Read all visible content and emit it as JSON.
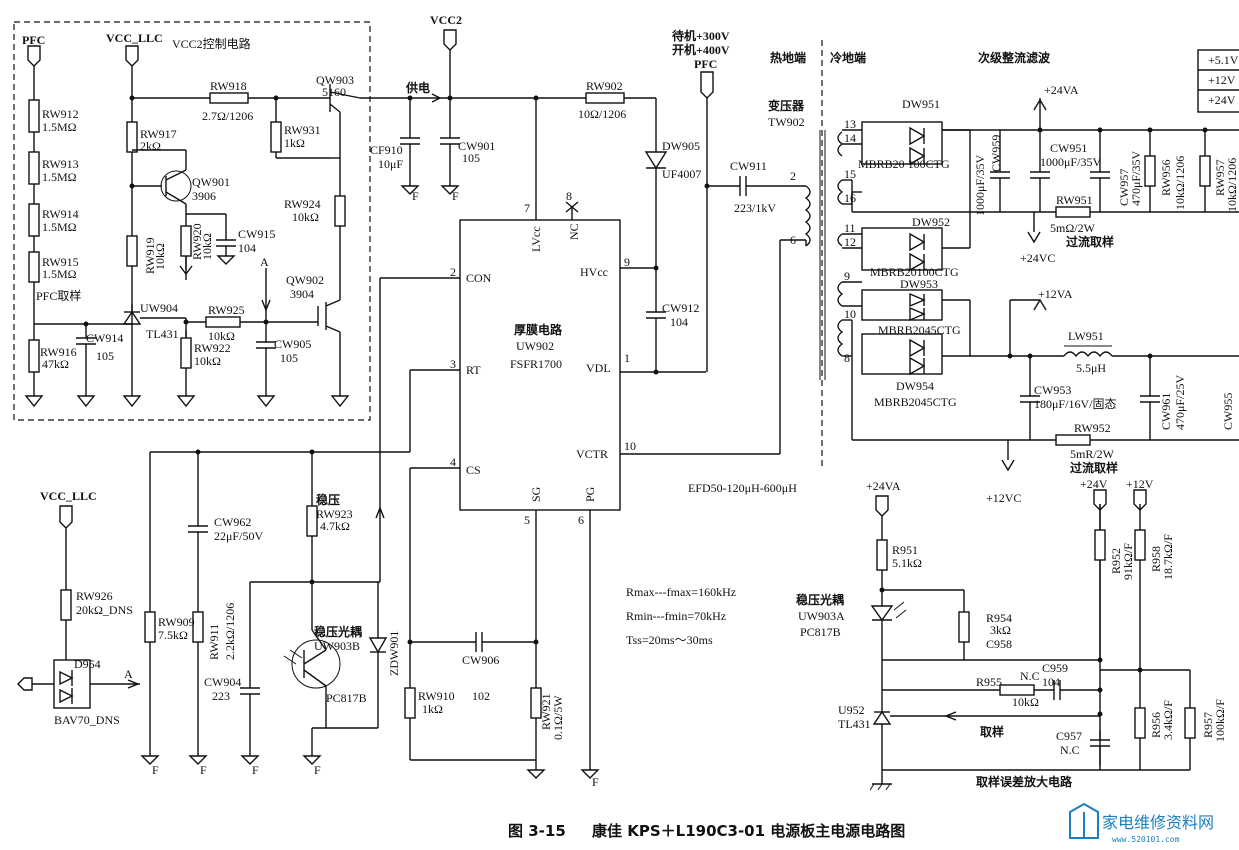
{
  "title": {
    "fig": "图 3-15",
    "text": "康佳 KPS＋L190C3-01 电源板主电源电路图"
  },
  "sections": {
    "vcc2_ctrl": "VCC2控制电路",
    "hot": "热地端",
    "cold": "冷地端",
    "secondary": "次级整流滤波",
    "error_amp": "取样误差放大电路"
  },
  "nets": {
    "pfc": "PFC",
    "vcc_llc": "VCC_LLC",
    "vcc2": "VCC2",
    "supply": "供电",
    "pfc_sample": "PFC取样",
    "a": "A",
    "f": "F",
    "standby": "待机+300V",
    "on": "开机+400V",
    "v24va": "+24VA",
    "v24vc": "+24VC",
    "v12va": "+12VA",
    "v12vc": "+12VC",
    "v24": "+24V",
    "v12": "+12V",
    "out1": "+5.1V",
    "out2": "+12V",
    "out3": "+24V",
    "regulate": "稳压",
    "sample": "取样",
    "oc1": "过流取样",
    "oc2": "过流取样"
  },
  "ic": {
    "title": "厚膜电路",
    "ref": "UW902",
    "part": "FSFR1700",
    "pins": {
      "con": "CON",
      "rt": "RT",
      "cs": "CS",
      "lvcc": "LVcc",
      "nc": "NC",
      "hvcc": "HVcc",
      "vdl": "VDL",
      "vctr": "VCTR",
      "sg": "SG",
      "pg": "PG"
    },
    "pin_nums": {
      "con": "2",
      "rt": "3",
      "cs": "4",
      "lvcc": "7",
      "nc": "8",
      "hvcc": "9",
      "vdl": "1",
      "vctr": "10",
      "sg": "5",
      "pg": "6"
    }
  },
  "transformer": {
    "name": "变压器",
    "ref": "TW902",
    "core": "EFD50-120μH-600μH",
    "pins": [
      "13",
      "14",
      "15",
      "16",
      "11",
      "12",
      "9",
      "10",
      "8",
      "2",
      "6"
    ]
  },
  "notes": [
    "Rmax---fmax=160kHz",
    "Rmin---fmin=70kHz",
    "Tss=20ms～30ms"
  ],
  "components": {
    "rw912": "RW912",
    "rw912v": "1.5MΩ",
    "rw913": "RW913",
    "rw913v": "1.5MΩ",
    "rw914": "RW914",
    "rw914v": "1.5MΩ",
    "rw915": "RW915",
    "rw915v": "1.5MΩ",
    "rw916": "RW916",
    "rw916v": "47kΩ",
    "cw914": "CW914",
    "cw914v": "105",
    "rw917": "RW917",
    "rw917v": "2kΩ",
    "qw901": "QW901",
    "qw901v": "3906",
    "rw918": "RW918",
    "rw918v": "2.7Ω/1206",
    "qw903": "QW903",
    "qw903v": "5160",
    "rw931": "RW931",
    "rw931v": "1kΩ",
    "rw924": "RW924",
    "rw924v": "10kΩ",
    "rw919": "RW919",
    "rw919v": "10kΩ",
    "rw920": "RW920",
    "rw920v": "10kΩ",
    "cw915": "CW915",
    "cw915v": "104",
    "uw904": "UW904",
    "uw904v": "TL431",
    "rw925": "RW925",
    "rw925v": "10kΩ",
    "rw922": "RW922",
    "rw922v": "10kΩ",
    "cw905": "CW905",
    "cw905v": "105",
    "qw902": "QW902",
    "qw902v": "3904",
    "cf910": "CF910",
    "cf910v": "10μF",
    "cw901": "CW901",
    "cw901v": "105",
    "rw902": "RW902",
    "rw902v": "10Ω/1206",
    "dw905": "DW905",
    "dw905v": "UF4007",
    "cw911": "CW911",
    "cw911v": "223/1kV",
    "cw912": "CW912",
    "cw912v": "104",
    "rw926": "RW926",
    "rw926v": "20kΩ_DNS",
    "d954": "D954",
    "d954v": "BAV70_DNS",
    "rw909": "RW909",
    "rw909v": "7.5kΩ",
    "cw962": "CW962",
    "cw962v": "22μF/50V",
    "rw911": "RW911",
    "rw911v": "2.2kΩ/1206",
    "cw904": "CW904",
    "cw904v": "223",
    "rw923": "RW923",
    "rw923v": "4.7kΩ",
    "uw903b_name": "稳压光耦",
    "uw903b": "UW903B",
    "uw903bv": "PC817B",
    "zdw901": "ZDW901",
    "cw906": "CW906",
    "cw906v": "102",
    "rw910": "RW910",
    "rw910v": "1kΩ",
    "rw921": "RW921",
    "rw921v": "0.1Ω/5W",
    "dw951": "DW951",
    "dw951v": "MBRB20 100CTG",
    "cw959": "CW959",
    "cw959v": "1000μF/35V",
    "cw951": "CW951",
    "cw951v": "1000μF/35V",
    "cw957": "CW957",
    "cw957v": "470μF/35V",
    "rw956": "RW956",
    "rw956v": "10kΩ/1206",
    "rw957": "RW957",
    "rw957v": "10kΩ/1206",
    "rw951": "RW951",
    "rw951v": "5mΩ/2W",
    "dw952": "DW952",
    "dw952v": "MBRB20100CTG",
    "dw953": "DW953",
    "dw953v": "MBRB2045CTG",
    "dw954": "DW954",
    "dw954v": "MBRB2045CTG",
    "lw951": "LW951",
    "lw951v": "5.5μH",
    "cw953": "CW953",
    "cw953v": "180μF/16V/固态",
    "cw961": "CW961",
    "cw961v": "470μF/25V",
    "cw955": "CW955",
    "rw952": "RW952",
    "rw952v": "5mR/2W",
    "r951": "R951",
    "r951v": "5.1kΩ",
    "uw903a_name": "稳压光耦",
    "uw903a": "UW903A",
    "uw903av": "PC817B",
    "r954": "R954",
    "r954v": "3kΩ",
    "c958": "C958",
    "c958v": "N.C",
    "c959": "C959",
    "c959v": "104",
    "r955": "R955",
    "r955v": "10kΩ",
    "u952": "U952",
    "u952v": "TL431",
    "c957": "C957",
    "c957v": "N.C",
    "r952": "R952",
    "r952v": "91kΩ/F",
    "r958": "R958",
    "r958v": "18.7kΩ/F",
    "r956": "R956",
    "r956v": "3.4kΩ/F",
    "r957": "R957",
    "r957v": "100kΩ/F"
  },
  "watermark": {
    "text": "家电维修资料网",
    "url": "www.520101.com"
  }
}
